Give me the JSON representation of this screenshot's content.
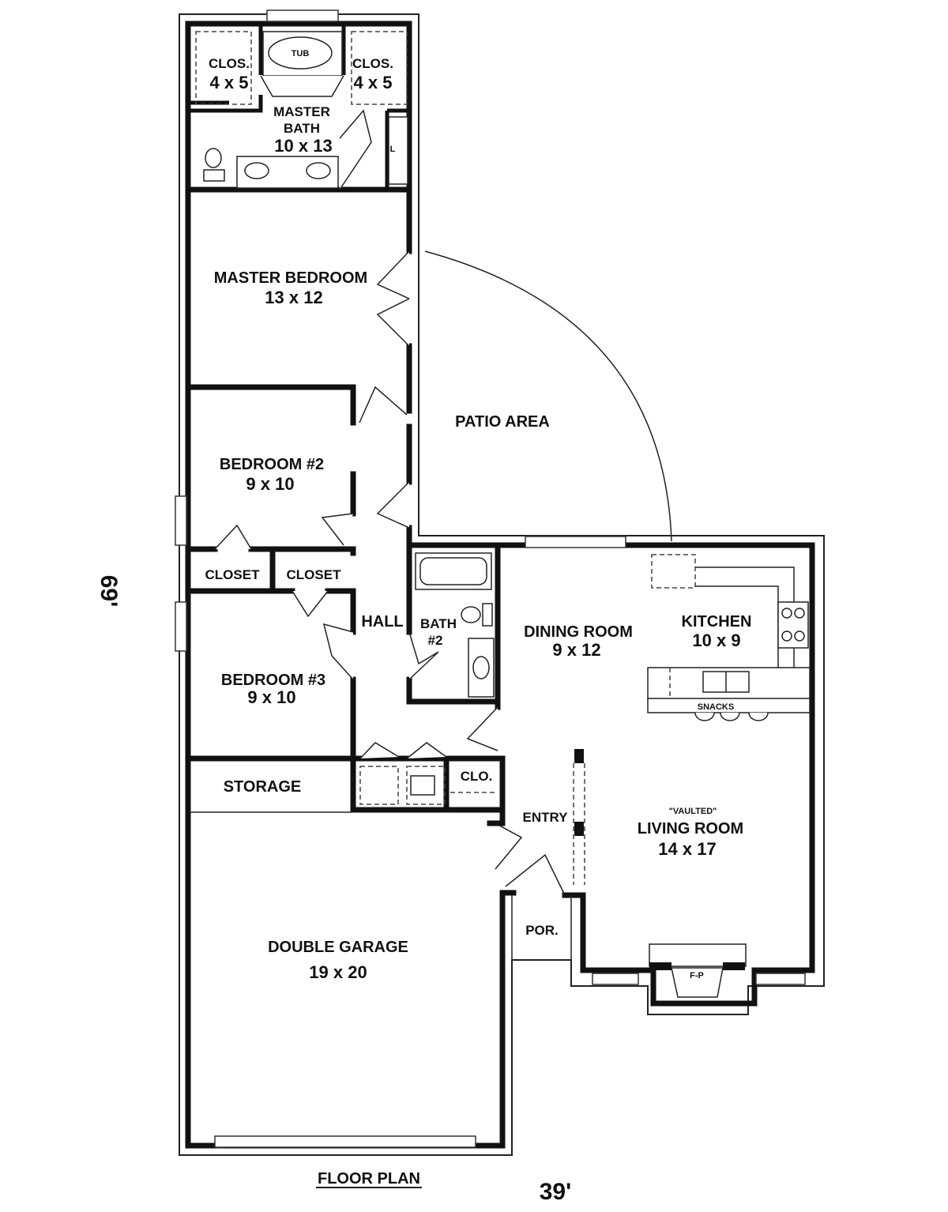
{
  "plan": {
    "master_bath": {
      "closet_left": "CLOS.",
      "closet_left_dim": "4 x 5",
      "closet_right": "CLOS.",
      "closet_right_dim": "4 x 5",
      "tub": "TUB",
      "name": "MASTER",
      "name2": "BATH",
      "dim": "10 x 13",
      "linen": "L"
    },
    "master_bedroom": {
      "name": "MASTER BEDROOM",
      "dim": "13 x 12"
    },
    "patio": {
      "name": "PATIO AREA"
    },
    "bedroom2": {
      "name": "BEDROOM #2",
      "dim": "9 x 10"
    },
    "closets": {
      "left": "CLOSET",
      "right": "CLOSET"
    },
    "hall": {
      "name": "HALL"
    },
    "bath2": {
      "name": "BATH",
      "dim": "#2"
    },
    "bedroom3": {
      "name": "BEDROOM #3",
      "dim": "9 x 10"
    },
    "dining": {
      "name": "DINING ROOM",
      "dim": "9 x 12"
    },
    "kitchen": {
      "name": "KITCHEN",
      "dim": "10 x 9",
      "snacks": "SNACKS"
    },
    "storage": {
      "name": "STORAGE"
    },
    "clo": {
      "name": "CLO."
    },
    "entry": {
      "name": "ENTRY"
    },
    "living": {
      "note": "\"VAULTED\"",
      "name": "LIVING ROOM",
      "dim": "14 x 17"
    },
    "porch": {
      "name": "POR."
    },
    "fireplace": {
      "name": "F-P"
    },
    "garage": {
      "name": "DOUBLE GARAGE",
      "dim": "19 x 20"
    }
  },
  "dimensions": {
    "depth": "69'",
    "width": "39'"
  },
  "caption": "FLOOR PLAN"
}
